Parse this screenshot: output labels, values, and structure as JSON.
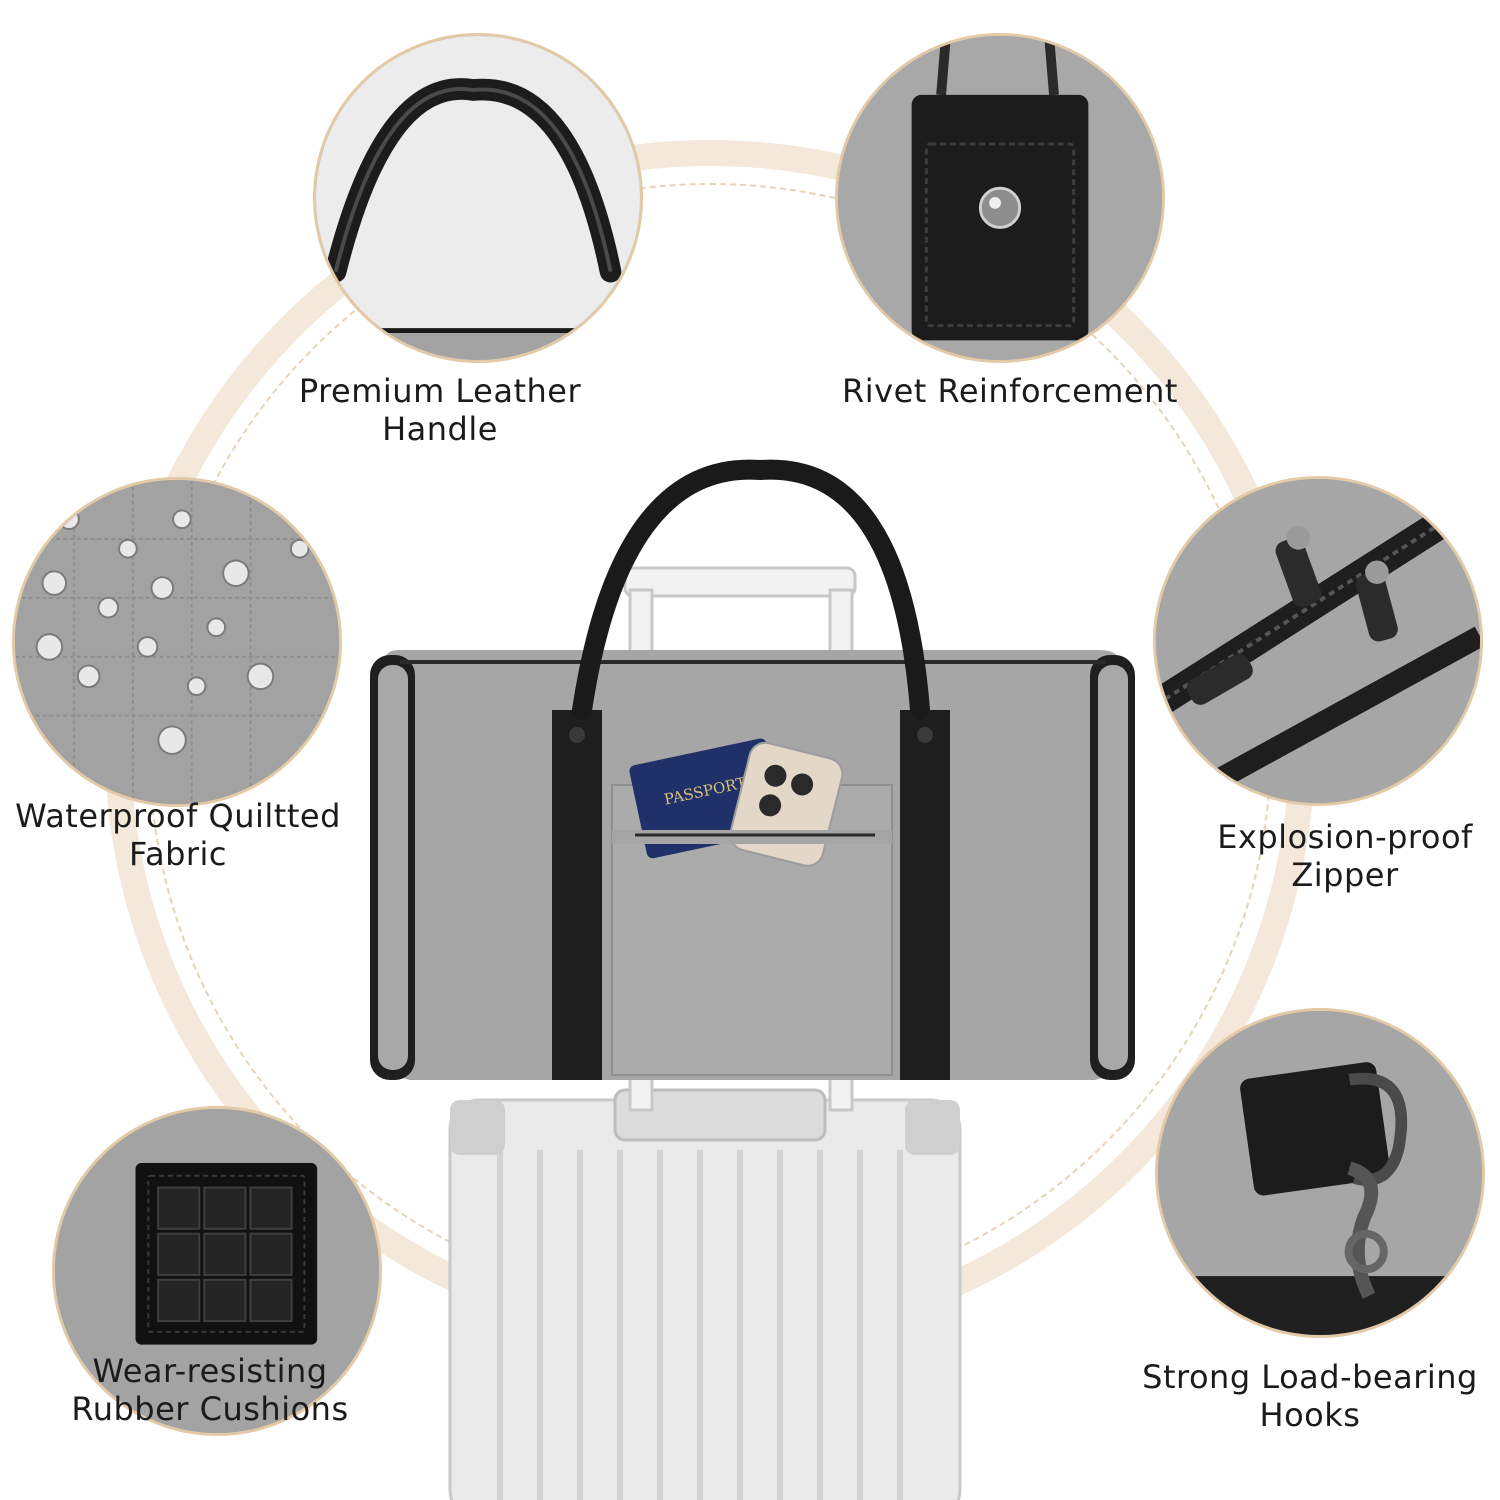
{
  "features": [
    {
      "id": "premium-leather-handle",
      "lines": [
        "Premium Leather",
        "Handle"
      ],
      "icon": "handle-closeup"
    },
    {
      "id": "rivet-reinforcement",
      "lines": [
        "Rivet Reinforcement"
      ],
      "icon": "rivet-closeup"
    },
    {
      "id": "waterproof-quilted-fabric",
      "lines": [
        "Waterproof Quiltted",
        "Fabric"
      ],
      "icon": "water-drops-closeup"
    },
    {
      "id": "explosion-proof-zipper",
      "lines": [
        "Explosion-proof",
        "Zipper"
      ],
      "icon": "zipper-closeup"
    },
    {
      "id": "wear-resisting-rubber-cushions",
      "lines": [
        "Wear-resisting",
        "Rubber Cushions"
      ],
      "icon": "rubber-cushion-closeup"
    },
    {
      "id": "strong-load-bearing-hooks",
      "lines": [
        "Strong Load-bearing",
        "Hooks"
      ],
      "icon": "hook-closeup"
    }
  ],
  "product": {
    "passport_text": "PASSPORT"
  },
  "colors": {
    "ring": "#f3e8da",
    "circle_border": "#e4c9a6",
    "bag_gray": "#a3a3a3",
    "leather": "#1e1e1e",
    "suitcase": "#e9e9e9",
    "passport": "#1f3168"
  }
}
